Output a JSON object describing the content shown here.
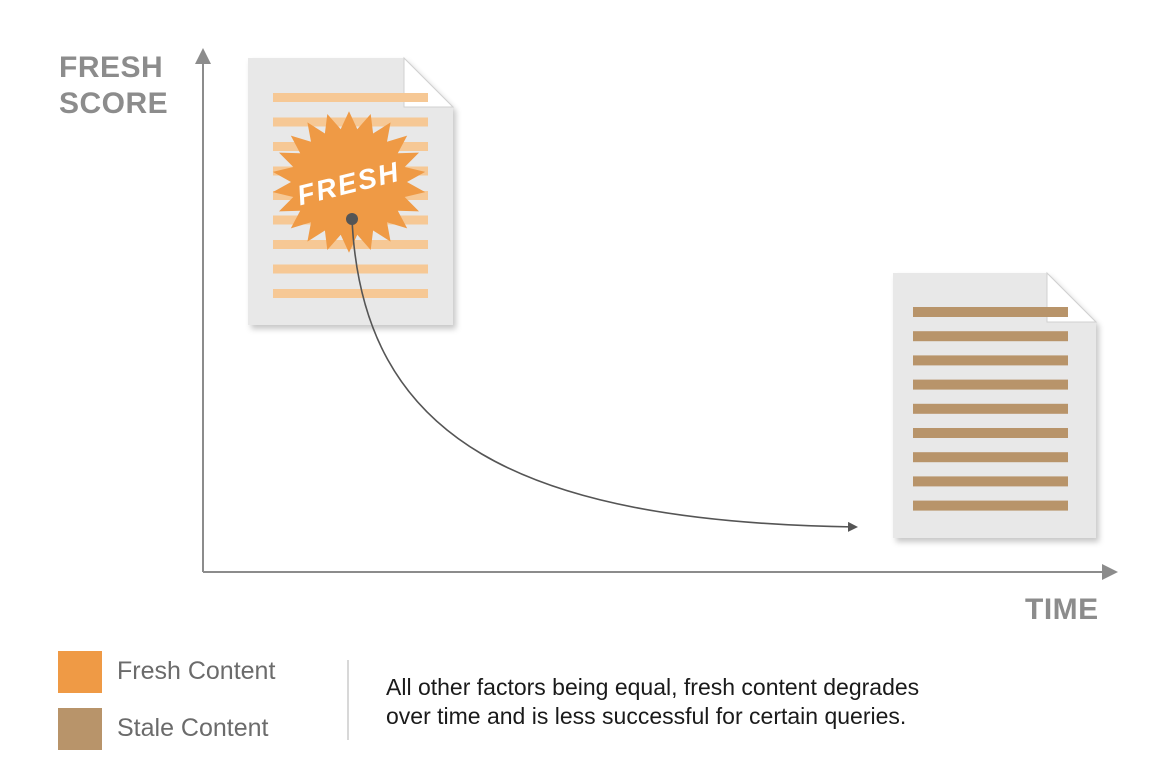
{
  "axes": {
    "y_label_line1": "FRESH",
    "y_label_line2": "SCORE",
    "x_label": "TIME"
  },
  "fresh_doc": {
    "badge_text": "FRESH"
  },
  "legend": {
    "items": [
      {
        "label": "Fresh Content",
        "color": "#ef9a45"
      },
      {
        "label": "Stale Content",
        "color": "#b8946a"
      }
    ]
  },
  "caption": {
    "line1": "All other factors being equal, fresh content degrades",
    "line2": "over time and is less successful for certain queries."
  },
  "colors": {
    "axis": "#8c8c8c",
    "fresh": "#ef9a45",
    "fresh_lines": "#f6c895",
    "stale": "#b8946a",
    "page": "#e8e8e8",
    "curve": "#555555"
  }
}
